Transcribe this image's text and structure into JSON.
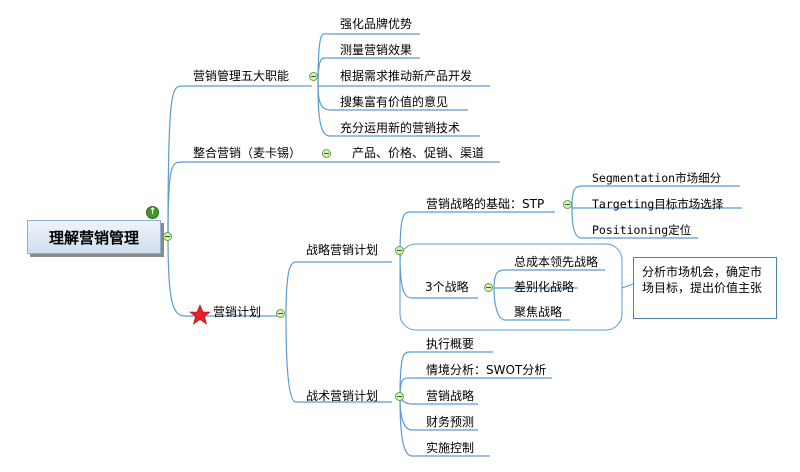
{
  "root": {
    "label": "理解营销管理"
  },
  "branches": {
    "five_functions": {
      "label": "营销管理五大职能",
      "items": [
        "强化品牌优势",
        "测量营销效果",
        "根据需求推动新产品开发",
        "搜集富有价值的意见",
        "充分运用新的营销技术"
      ]
    },
    "integrated": {
      "label": "整合营销（麦卡锡）",
      "items": [
        "产品、价格、促销、渠道"
      ]
    },
    "plan": {
      "label": "营销计划",
      "strategic": {
        "label": "战略营销计划",
        "stp": {
          "label": "营销战略的基础：STP",
          "items": [
            "Segmentation市场细分",
            "Targeting目标市场选择",
            "Positioning定位"
          ]
        },
        "strategies": {
          "label": "3个战略",
          "items": [
            "总成本领先战略",
            "差别化战略",
            "聚焦战略"
          ],
          "note": "分析市场机会，确定市场目标，提出价值主张"
        }
      },
      "tactical": {
        "label": "战术营销计划",
        "items": [
          "执行概要",
          "情境分析：SWOT分析",
          "营销战略",
          "财务预测",
          "实施控制"
        ]
      }
    }
  },
  "colors": {
    "line": "#5b9bd5",
    "note_border": "#4d7fb2",
    "star": "#e8202a",
    "collapse": "#6aa040"
  },
  "icons": {
    "root_marker": "up-arrow-icon",
    "plan_marker": "star-icon"
  }
}
